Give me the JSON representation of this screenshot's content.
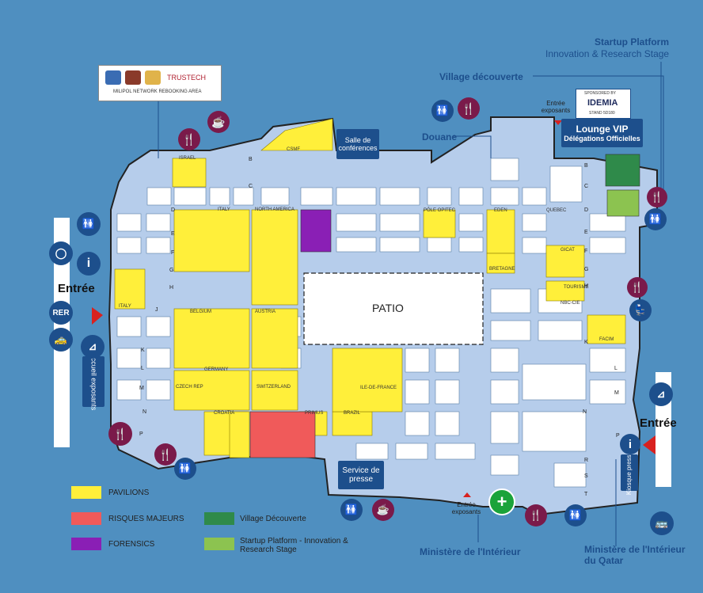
{
  "colors": {
    "background": "#4f8fc0",
    "floor": "#b6cdeb",
    "pavilion": "#ffef3a",
    "risques": "#f05a5a",
    "forensics": "#8a1fb5",
    "village": "#2f8a4a",
    "startup": "#8cc350",
    "dark_box": "#1d4f8c",
    "icon_purple": "#7a1a4a",
    "icon_blue": "#1d4f8c"
  },
  "header": {
    "startup_title": "Startup Platform",
    "startup_sub": "Innovation & Research Stage",
    "village": "Village découverte",
    "douane": "Douane"
  },
  "milipol": {
    "caption": "MILIPOL NETWORK REBOOKING AREA",
    "trustech": "TRUSTECH"
  },
  "idemia": {
    "sponsored": "SPONSORED BY",
    "name": "IDEMIA",
    "stand": "STAND 5D180"
  },
  "lounge": {
    "title": "Lounge VIP",
    "sub": "Délégations Officielles"
  },
  "entree_exposants_top": "Entrée exposants",
  "entree_exposants_bottom": "Entrée exposants",
  "salle": "Salle de conférences",
  "patio": "PATIO",
  "service_presse": "Service de presse",
  "accueil": "Accueil exposants",
  "kiosque": "Kiosque presse",
  "entree_left": "Entrée",
  "entree_right": "Entrée",
  "rer": "RER",
  "ministere": "Ministère de l'Intérieur",
  "ministere_qatar": "Ministère de l'Intérieur du Qatar",
  "zones": {
    "israel": "ISRAEL",
    "italy": "ITALY",
    "north_america": "NORTH AMERICA",
    "italy2": "ITALY",
    "belgium": "BELGIUM",
    "austria": "AUSTRIA",
    "germany": "GERMANY",
    "czech": "CZECH REP",
    "switzerland": "SWITZERLAND",
    "croatia": "CROATIA",
    "primus": "PRIMUS",
    "brazil": "BRAZIL",
    "ile": "ILE-DE-FRANCE",
    "pole": "PÔLE OPITEC",
    "eden": "EDEN",
    "quebec": "QUEBEC",
    "gicat": "GICAT",
    "bretagne": "BRETAGNE",
    "facim": "FACIM",
    "csmf": "CSMF",
    "nbc": "NBC-CIE",
    "tourisme": "TOURISME"
  },
  "rows_left": [
    "B",
    "C",
    "D",
    "E",
    "F",
    "G",
    "H",
    "J",
    "K",
    "L",
    "M",
    "N",
    "P"
  ],
  "rows_right": [
    "B",
    "C",
    "D",
    "E",
    "F",
    "G",
    "H",
    "K",
    "L",
    "M",
    "N",
    "P",
    "R",
    "S",
    "T"
  ],
  "legend": [
    {
      "label": "PAVILIONS",
      "color": "#ffef3a"
    },
    {
      "label": "RISQUES MAJEURS",
      "color": "#f05a5a"
    },
    {
      "label": "FORENSICS",
      "color": "#8a1fb5"
    },
    {
      "label": "Village Découverte",
      "color": "#2f8a4a"
    },
    {
      "label": "Startup Platform - Innovation & Research Stage",
      "color": "#8cc350"
    }
  ]
}
